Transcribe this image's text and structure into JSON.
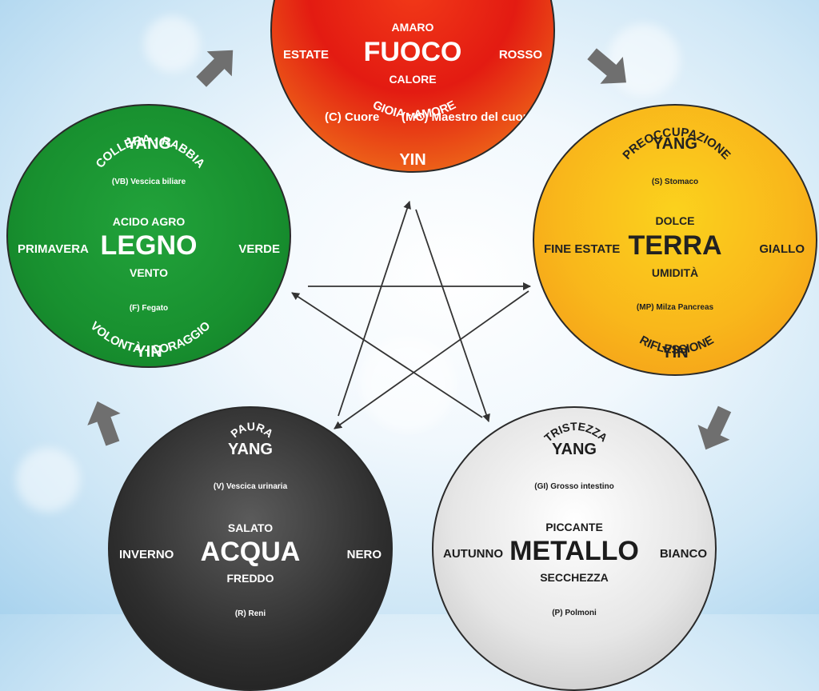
{
  "colors": {
    "fuoco": "#e31b12",
    "legno": "#18902f",
    "terra": "#f9b71b",
    "acqua": "#2e2e2e",
    "metallo": "#e6e6e6",
    "arrow": "#6f6f6f"
  },
  "fuoco": {
    "name": "FUOCO",
    "taste": "AMARO",
    "climate": "CALORE",
    "season": "ESTATE",
    "color": "ROSSO",
    "organ_yin": "(C) Cuore",
    "organ_yang": "(MC) Maestro del cuore",
    "polarity": "YIN",
    "emotion": "GIOIA - AMORE"
  },
  "legno": {
    "emotion": "COLLERA - RABBIA",
    "polarity_top": "YANG",
    "organ_yang": "(VB) Vescica biliare",
    "taste": "ACIDO AGRO",
    "name": "LEGNO",
    "season": "PRIMAVERA",
    "color": "VERDE",
    "climate": "VENTO",
    "organ_yin": "(F) Fegato",
    "polarity_bottom": "YIN",
    "virtue": "VOLONTÀ - CORAGGIO"
  },
  "terra": {
    "emotion": "PREOCCUPAZIONE",
    "polarity_top": "YANG",
    "organ_yang": "(S) Stomaco",
    "taste": "DOLCE",
    "name": "TERRA",
    "season": "FINE ESTATE",
    "color": "GIALLO",
    "climate": "UMIDITÀ",
    "organ_yin": "(MP) Milza Pancreas",
    "polarity_bottom": "YIN",
    "virtue": "RIFLESSIONE"
  },
  "acqua": {
    "emotion": "PAURA",
    "polarity_top": "YANG",
    "organ_yang": "(V) Vescica urinaria",
    "taste": "SALATO",
    "name": "ACQUA",
    "season": "INVERNO",
    "color": "NERO",
    "climate": "FREDDO",
    "organ_yin": "(R) Reni"
  },
  "metallo": {
    "emotion": "TRISTEZZA",
    "polarity_top": "YANG",
    "organ_yang": "(GI) Grosso intestino",
    "taste": "PICCANTE",
    "name": "METALLO",
    "season": "AUTUNNO",
    "color": "BIANCO",
    "climate": "SECCHEZZA",
    "organ_yin": "(P) Polmoni"
  }
}
